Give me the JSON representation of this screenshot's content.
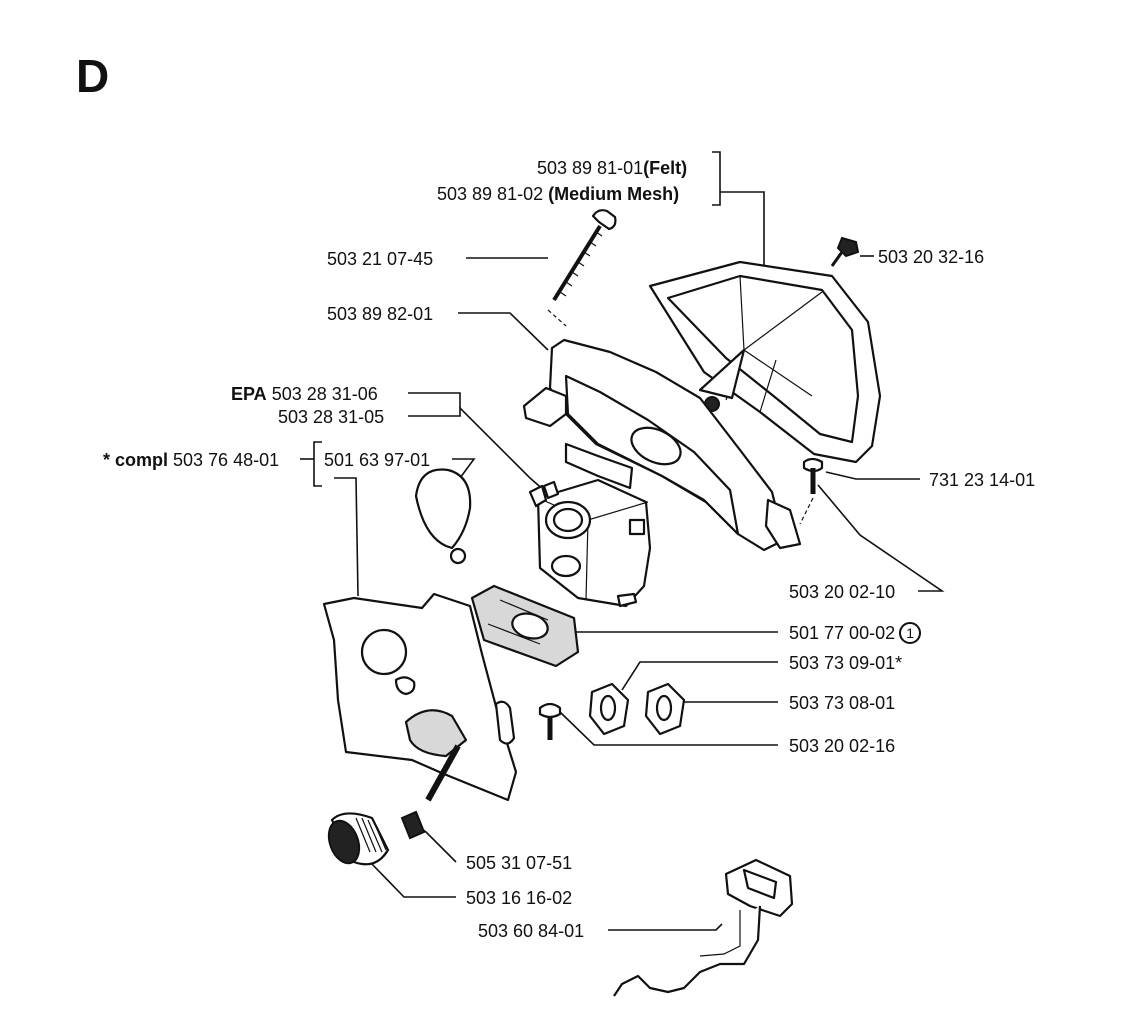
{
  "section_letter": "D",
  "labels": {
    "air_filter_felt_num": "503 89 81-01",
    "air_filter_felt_note": "(Felt)",
    "air_filter_mesh_num": "503 89 81-02 ",
    "air_filter_mesh_note": "(Medium Mesh)",
    "filter_screw_top": "503 20 32-16",
    "long_screw": "503 21 07-45",
    "filter_holder": "503 89 82-01",
    "carb_epa_prefix": "EPA",
    "carb_epa_num": " 503 28 31-06",
    "carb_std": "503 28 31-05",
    "compl_prefix": "* compl",
    "compl_num": " 503 76 48-01",
    "choke_disc": "501 63 97-01",
    "holder_screw": "731 23 14-01",
    "carb_screw": "503 20 02-10",
    "gasket": "501 77 00-02",
    "gasket_note_num": "1",
    "rubber_bushing_a": "503 73 09-01*",
    "rubber_bushing_b": "503 73 08-01",
    "screw_b": "503 20 02-16",
    "sleeve": "505 31 07-51",
    "knob": "503 16 16-02",
    "throttle_rod": "503 60 84-01"
  }
}
